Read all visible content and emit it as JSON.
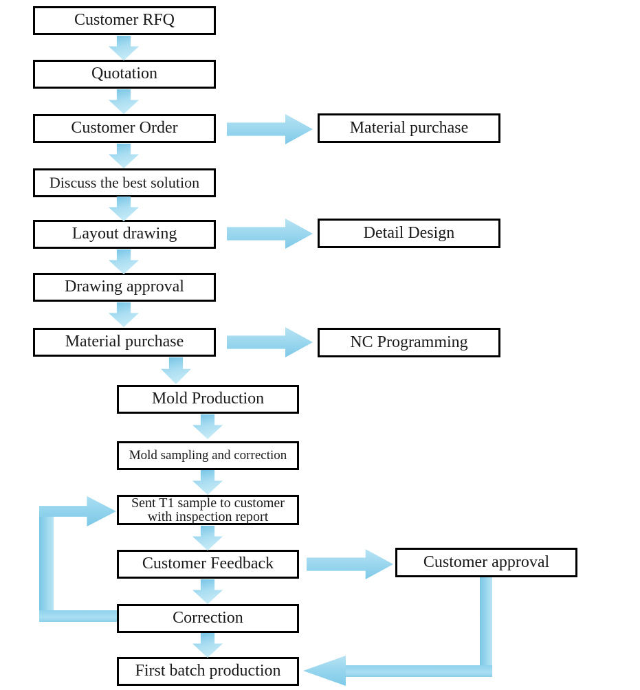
{
  "diagram": {
    "type": "flowchart",
    "background_color": "#ffffff",
    "box_border_color": "#000000",
    "text_color": "#1a1a1a",
    "arrow_color_dark": "#79C5E4",
    "arrow_color_light": "#CDEEF8",
    "nodes": {
      "customer_rfq": "Customer RFQ",
      "quotation": "Quotation",
      "customer_order": "Customer Order",
      "discuss_best_solution": "Discuss the best solution",
      "layout_drawing": "Layout drawing",
      "drawing_approval": "Drawing approval",
      "material_purchase_main": "Material purchase",
      "mold_production": "Mold Production",
      "mold_sampling_correction": "Mold sampling and correction",
      "sent_t1_sample": {
        "line1": "Sent T1 sample to customer",
        "line2": "with inspection report"
      },
      "customer_feedback": "Customer Feedback",
      "correction": "Correction",
      "first_batch_production": "First batch production",
      "material_purchase_branch": "Material purchase",
      "detail_design": "Detail Design",
      "nc_programming": "NC Programming",
      "customer_approval": "Customer approval"
    },
    "edges": [
      "Customer RFQ -> Quotation",
      "Quotation -> Customer Order",
      "Customer Order -> Discuss the best solution",
      "Customer Order -> Material purchase (branch)",
      "Discuss the best solution -> Layout drawing",
      "Layout drawing -> Drawing approval",
      "Layout drawing -> Detail Design",
      "Drawing approval -> Material purchase",
      "Material purchase -> Mold Production",
      "Material purchase -> NC Programming",
      "Mold Production -> Mold sampling and correction",
      "Mold sampling and correction -> Sent T1 sample to customer with inspection report",
      "Sent T1 sample to customer with inspection report -> Customer Feedback",
      "Customer Feedback -> Correction",
      "Customer Feedback -> Customer approval",
      "Correction -> Sent T1 sample to customer with inspection report (loop back)",
      "Correction -> First batch production",
      "Customer approval -> First batch production"
    ]
  }
}
